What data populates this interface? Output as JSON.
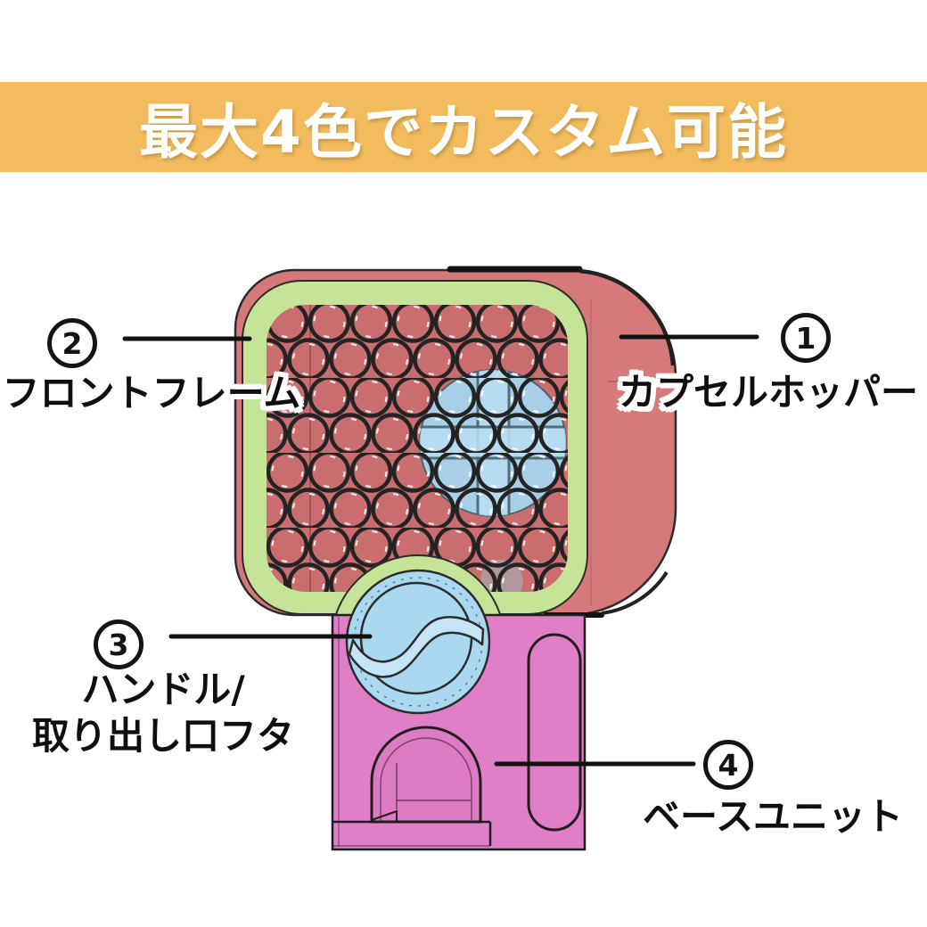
{
  "banner": {
    "text": "最大4色でカスタム可能",
    "bg_color": "#F2BC5E",
    "text_color": "#FFFFFF"
  },
  "callouts": {
    "c1": {
      "num": "1",
      "text": "カプセルホッパー"
    },
    "c2": {
      "num": "2",
      "text": "フロントフレーム"
    },
    "c3": {
      "num": "3",
      "text": "ハンドル/",
      "text2": "取り出し口フタ"
    },
    "c4": {
      "num": "4",
      "text": "ベースユニット"
    }
  },
  "machine": {
    "colors": {
      "hopper": "#D5797B",
      "mesh_background": "#C96D6F",
      "front_frame": "#C5E497",
      "handle": "#A9D8F0",
      "handle_wave": "#C5E4F5",
      "base": "#E07FC8",
      "base_arch": "#DC7AC3",
      "capsule_window": "#A8D3EC",
      "leader_line": "#111111",
      "outline": "#222222"
    }
  }
}
